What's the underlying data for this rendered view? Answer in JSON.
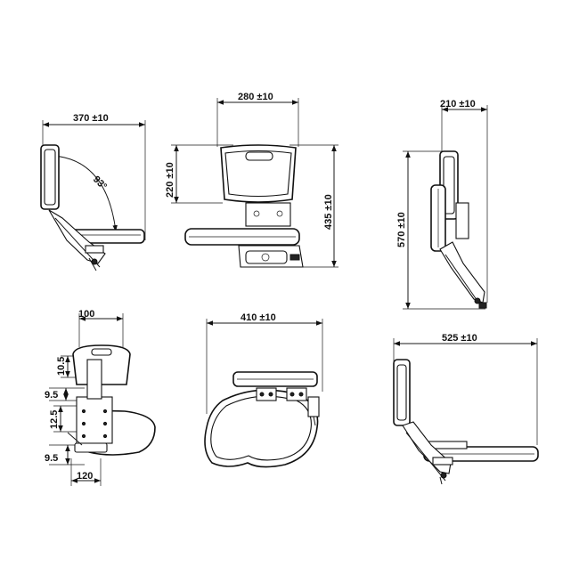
{
  "views": {
    "side_recline": {
      "width": "370 ±10",
      "angle": "93°"
    },
    "front": {
      "width": "280 ±10",
      "back_height": "220 ±10",
      "total_height": "435 ±10"
    },
    "side_folded": {
      "depth": "210 ±10",
      "height": "570 ±10"
    },
    "top_detail": {
      "top": "100",
      "d1": "10.5",
      "d2": "9.5",
      "d3": "12.5",
      "d4": "9.5",
      "bottom": "120"
    },
    "top_view": {
      "width": "410 ±10"
    },
    "side_open": {
      "width": "525 ±10"
    }
  }
}
